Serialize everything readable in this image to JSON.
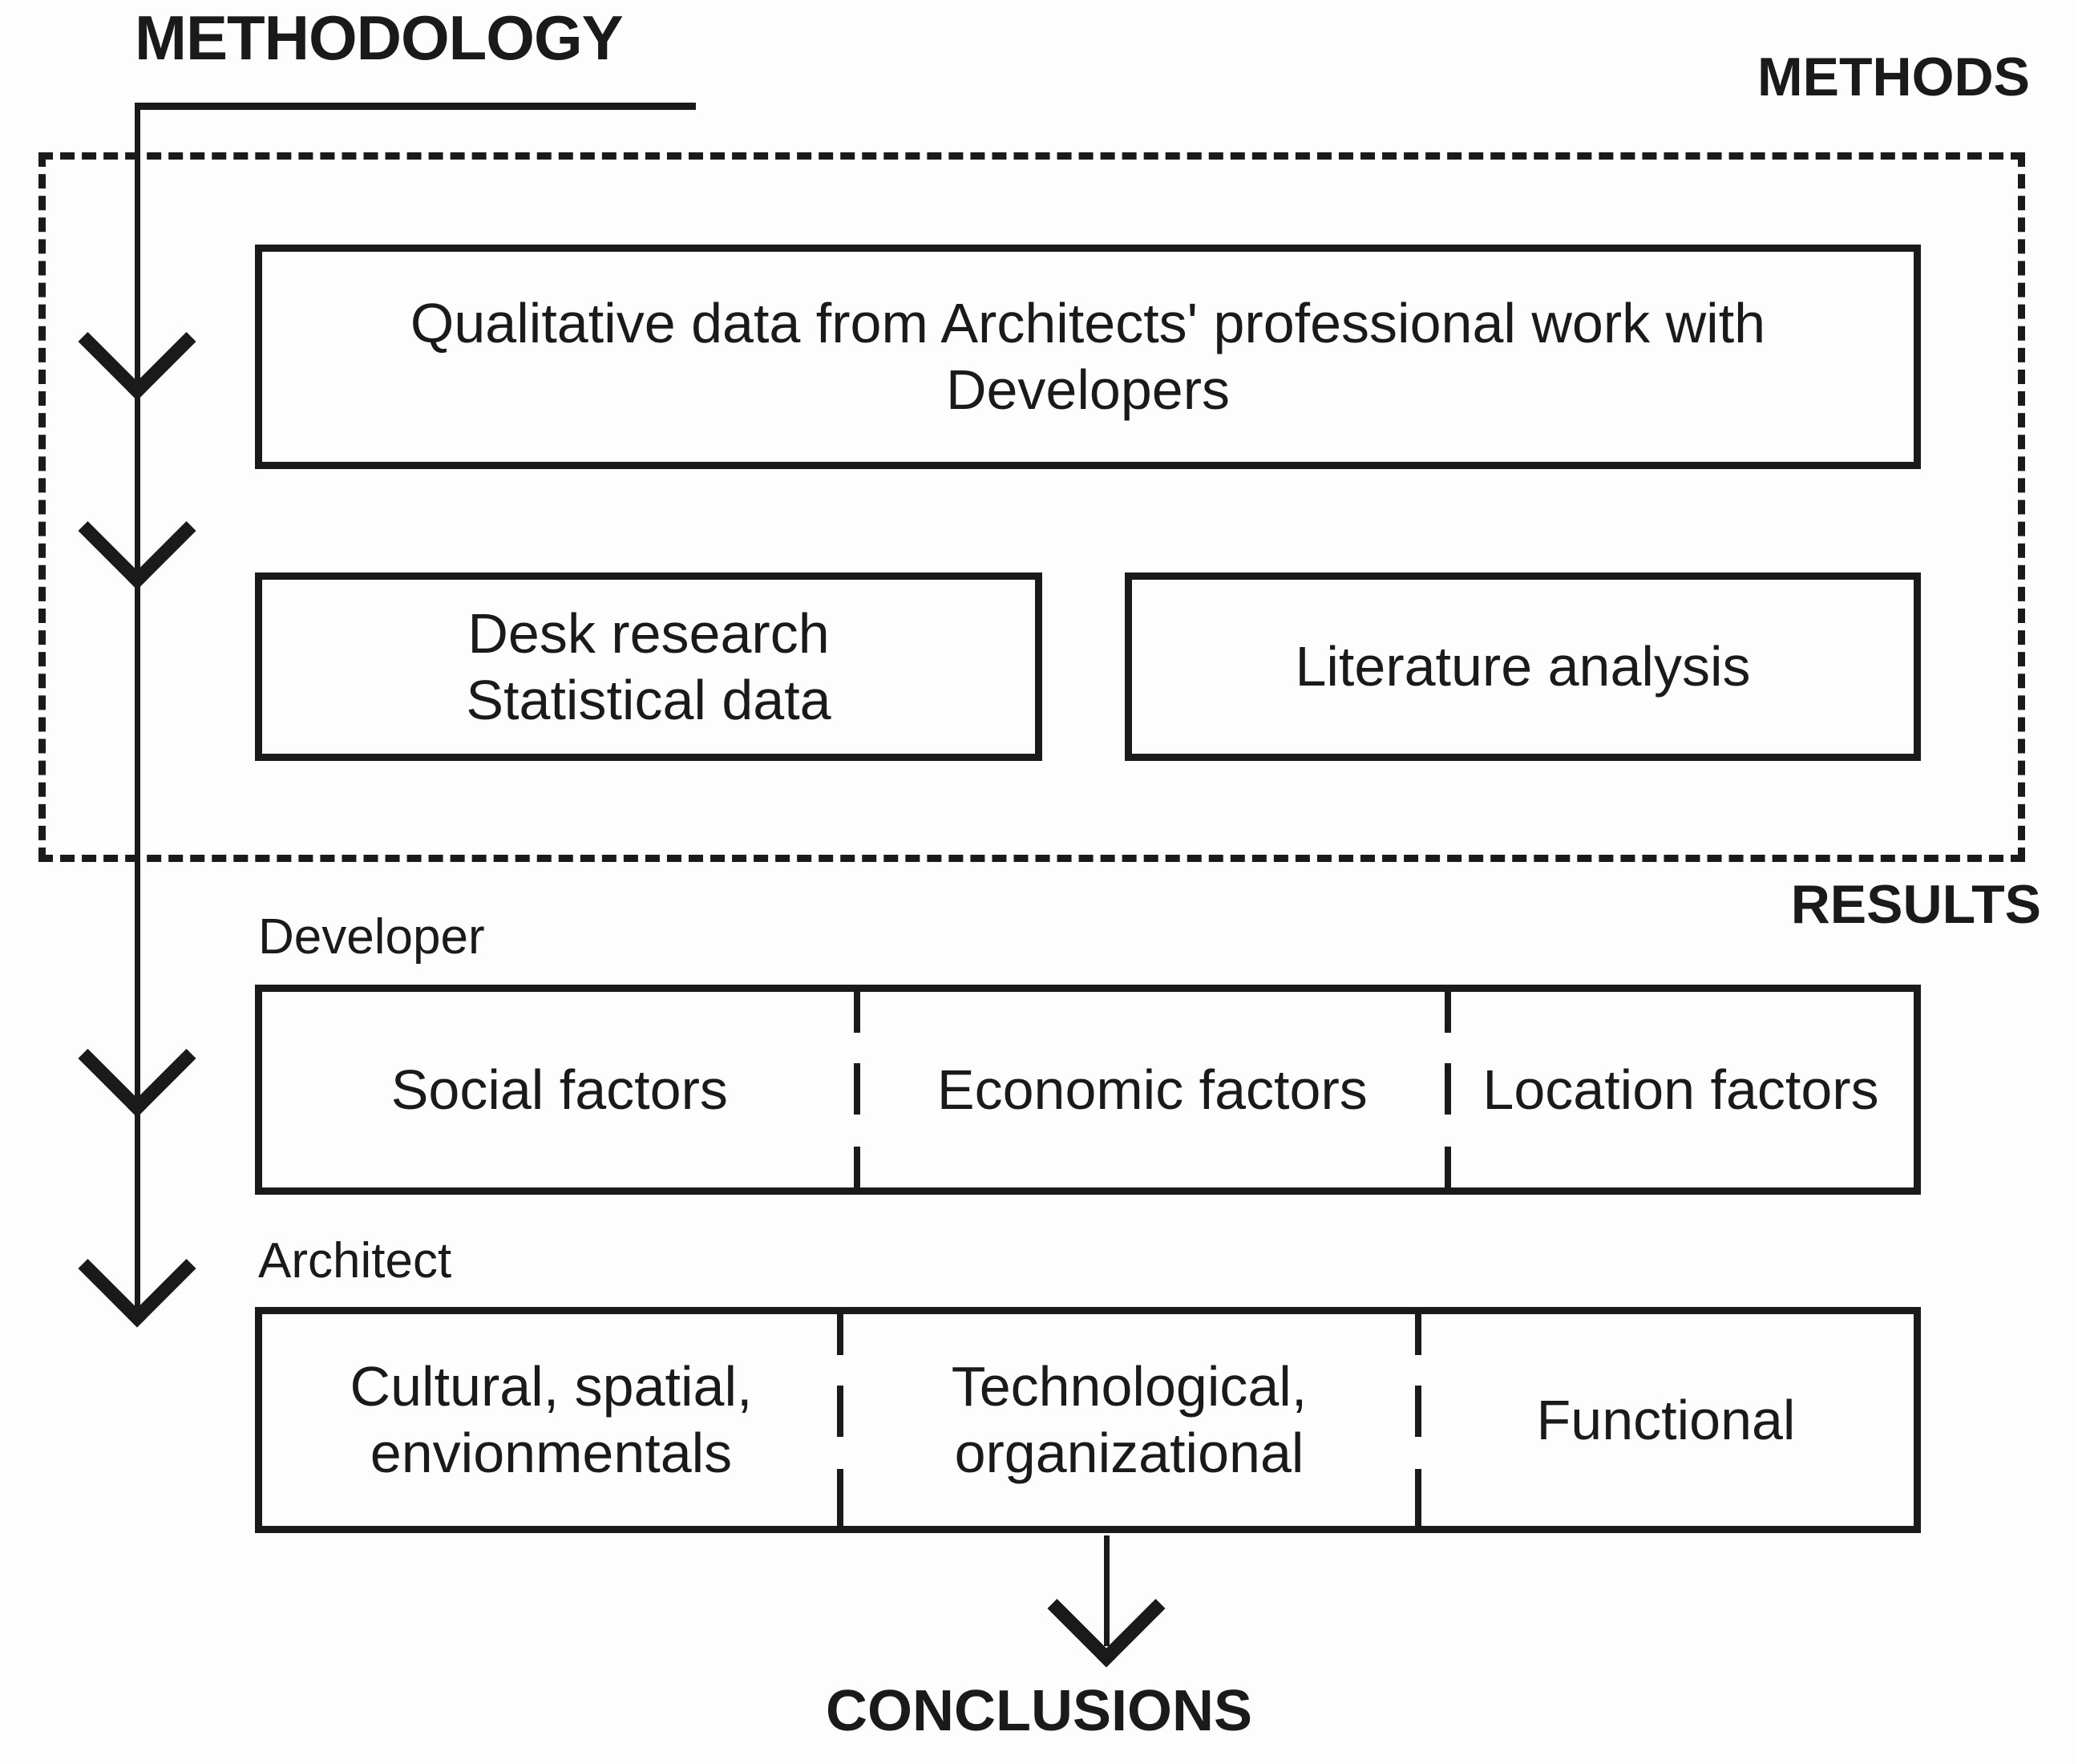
{
  "headings": {
    "methodology": "METHODOLOGY",
    "methods": "METHODS",
    "results": "RESULTS",
    "conclusions": "CONCLUSIONS"
  },
  "methods_section": {
    "qualitative_box": "Qualitative data from Architects' professional work with Developers",
    "desk_box": "Desk research\nStatistical data",
    "desk_box_line1": "Desk research",
    "desk_box_line2": "Statistical data",
    "literature_box": "Literature analysis"
  },
  "results_section": {
    "developer": {
      "label": "Developer",
      "cells": [
        "Social factors",
        "Economic factors",
        "Location factors"
      ]
    },
    "architect": {
      "label": "Architect",
      "cells": [
        "Cultural, spatial, envionmentals",
        "Technological, organizational",
        "Functional"
      ],
      "cell_lines": [
        [
          "Cultural, spatial,",
          "envionmentals"
        ],
        [
          "Technological,",
          "organizational"
        ],
        [
          "Functional"
        ]
      ]
    }
  },
  "colors": {
    "ink": "#1a1a1a",
    "paper": "#fdfdfd"
  },
  "icons": {
    "flow_arrow": "down-arrow-icon",
    "conclusion_arrow": "down-arrow-icon"
  }
}
